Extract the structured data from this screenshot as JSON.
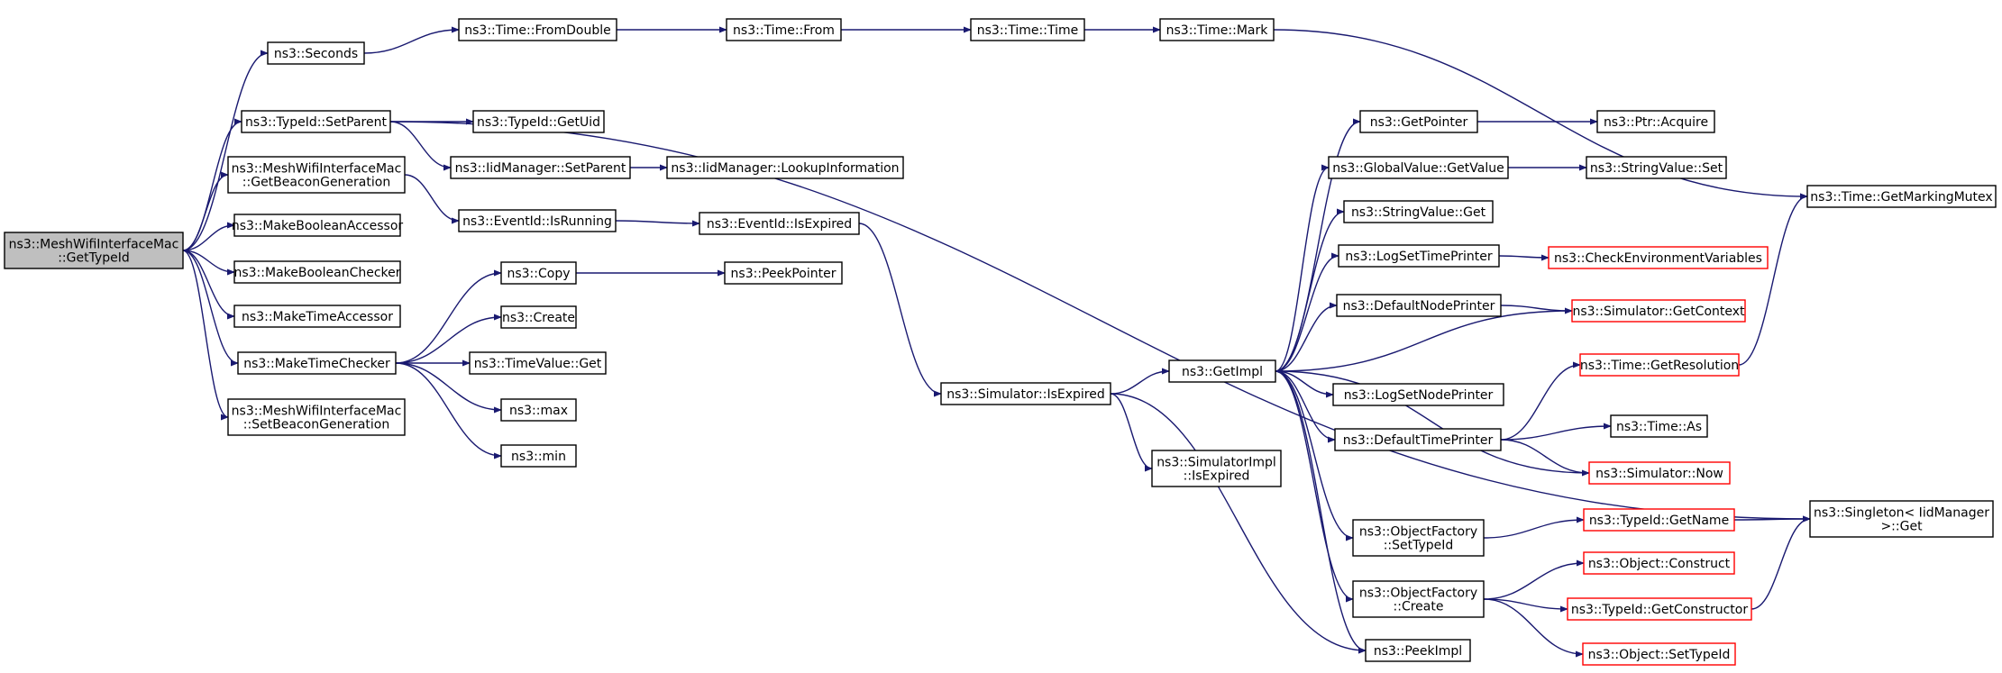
{
  "colors": {
    "edge": "#191970",
    "node_border": "#000000",
    "node_border_truncated": "#ff0000",
    "root_fill": "#bfbfbf",
    "background": "#ffffff"
  },
  "graph": {
    "nodes": [
      {
        "id": "root",
        "lines": [
          "ns3::MeshWifiInterfaceMac",
          "::GetTypeId"
        ],
        "style": "root"
      },
      {
        "id": "seconds",
        "lines": [
          "ns3::Seconds"
        ]
      },
      {
        "id": "fromdouble",
        "lines": [
          "ns3::Time::FromDouble"
        ]
      },
      {
        "id": "timefrom",
        "lines": [
          "ns3::Time::From"
        ]
      },
      {
        "id": "timetime",
        "lines": [
          "ns3::Time::Time"
        ]
      },
      {
        "id": "timemark",
        "lines": [
          "ns3::Time::Mark"
        ]
      },
      {
        "id": "setparent",
        "lines": [
          "ns3::TypeId::SetParent"
        ]
      },
      {
        "id": "getuid",
        "lines": [
          "ns3::TypeId::GetUid"
        ]
      },
      {
        "id": "iidsetparent",
        "lines": [
          "ns3::IidManager::SetParent"
        ]
      },
      {
        "id": "lookupinfo",
        "lines": [
          "ns3::IidManager::LookupInformation"
        ]
      },
      {
        "id": "getbeacongen",
        "lines": [
          "ns3::MeshWifiInterfaceMac",
          "::GetBeaconGeneration"
        ]
      },
      {
        "id": "eventisrunning",
        "lines": [
          "ns3::EventId::IsRunning"
        ]
      },
      {
        "id": "eventisexpired",
        "lines": [
          "ns3::EventId::IsExpired"
        ]
      },
      {
        "id": "mkboolaccessor",
        "lines": [
          "ns3::MakeBooleanAccessor"
        ]
      },
      {
        "id": "mkboolchecker",
        "lines": [
          "ns3::MakeBooleanChecker"
        ]
      },
      {
        "id": "copy",
        "lines": [
          "ns3::Copy"
        ]
      },
      {
        "id": "peekpointer",
        "lines": [
          "ns3::PeekPointer"
        ]
      },
      {
        "id": "mktimeaccessor",
        "lines": [
          "ns3::MakeTimeAccessor"
        ]
      },
      {
        "id": "create",
        "lines": [
          "ns3::Create"
        ]
      },
      {
        "id": "mktimechecker",
        "lines": [
          "ns3::MakeTimeChecker"
        ]
      },
      {
        "id": "timevalueget",
        "lines": [
          "ns3::TimeValue::Get"
        ]
      },
      {
        "id": "max",
        "lines": [
          "ns3::max"
        ]
      },
      {
        "id": "min",
        "lines": [
          "ns3::min"
        ]
      },
      {
        "id": "setbeacongen",
        "lines": [
          "ns3::MeshWifiInterfaceMac",
          "::SetBeaconGeneration"
        ]
      },
      {
        "id": "simisexpired",
        "lines": [
          "ns3::Simulator::IsExpired"
        ]
      },
      {
        "id": "simimplisexpired",
        "lines": [
          "ns3::SimulatorImpl",
          "::IsExpired"
        ]
      },
      {
        "id": "getimpl",
        "lines": [
          "ns3::GetImpl"
        ]
      },
      {
        "id": "getpointer",
        "lines": [
          "ns3::GetPointer"
        ]
      },
      {
        "id": "ptracquire",
        "lines": [
          "ns3::Ptr::Acquire"
        ]
      },
      {
        "id": "globalvalueget",
        "lines": [
          "ns3::GlobalValue::GetValue"
        ]
      },
      {
        "id": "stringvalueset",
        "lines": [
          "ns3::StringValue::Set"
        ]
      },
      {
        "id": "stringvalueget",
        "lines": [
          "ns3::StringValue::Get"
        ]
      },
      {
        "id": "logsettimeprinter",
        "lines": [
          "ns3::LogSetTimePrinter"
        ]
      },
      {
        "id": "checkenv",
        "lines": [
          "ns3::CheckEnvironmentVariables"
        ],
        "style": "truncated"
      },
      {
        "id": "defaultnodeprinter",
        "lines": [
          "ns3::DefaultNodePrinter"
        ]
      },
      {
        "id": "simgetcontext",
        "lines": [
          "ns3::Simulator::GetContext"
        ],
        "style": "truncated"
      },
      {
        "id": "timegetresolution",
        "lines": [
          "ns3::Time::GetResolution"
        ],
        "style": "truncated"
      },
      {
        "id": "logsetnodeprinter",
        "lines": [
          "ns3::LogSetNodePrinter"
        ]
      },
      {
        "id": "timeas",
        "lines": [
          "ns3::Time::As"
        ]
      },
      {
        "id": "defaulttimeprinter",
        "lines": [
          "ns3::DefaultTimePrinter"
        ]
      },
      {
        "id": "simnow",
        "lines": [
          "ns3::Simulator::Now"
        ],
        "style": "truncated"
      },
      {
        "id": "objfactsettypeid",
        "lines": [
          "ns3::ObjectFactory",
          "::SetTypeId"
        ]
      },
      {
        "id": "typeidgetname",
        "lines": [
          "ns3::TypeId::GetName"
        ],
        "style": "truncated"
      },
      {
        "id": "objconstruct",
        "lines": [
          "ns3::Object::Construct"
        ],
        "style": "truncated"
      },
      {
        "id": "objfactcreate",
        "lines": [
          "ns3::ObjectFactory",
          "::Create"
        ]
      },
      {
        "id": "getconstructor",
        "lines": [
          "ns3::TypeId::GetConstructor"
        ],
        "style": "truncated"
      },
      {
        "id": "peekimpl",
        "lines": [
          "ns3::PeekImpl"
        ]
      },
      {
        "id": "objsettypeid",
        "lines": [
          "ns3::Object::SetTypeId"
        ],
        "style": "truncated"
      },
      {
        "id": "getmarkingmutex",
        "lines": [
          "ns3::Time::GetMarkingMutex"
        ]
      },
      {
        "id": "singletonget",
        "lines": [
          "ns3::Singleton< IidManager",
          " >::Get"
        ]
      }
    ],
    "edges": [
      [
        "root",
        "seconds"
      ],
      [
        "root",
        "setparent"
      ],
      [
        "root",
        "getbeacongen"
      ],
      [
        "root",
        "mkboolaccessor"
      ],
      [
        "root",
        "mkboolchecker"
      ],
      [
        "root",
        "mktimeaccessor"
      ],
      [
        "root",
        "mktimechecker"
      ],
      [
        "root",
        "setbeacongen"
      ],
      [
        "seconds",
        "fromdouble"
      ],
      [
        "fromdouble",
        "timefrom"
      ],
      [
        "timefrom",
        "timetime"
      ],
      [
        "timetime",
        "timemark"
      ],
      [
        "timemark",
        "getmarkingmutex"
      ],
      [
        "setparent",
        "getuid"
      ],
      [
        "setparent",
        "iidsetparent"
      ],
      [
        "setparent",
        "singletonget"
      ],
      [
        "iidsetparent",
        "lookupinfo"
      ],
      [
        "getbeacongen",
        "eventisrunning"
      ],
      [
        "eventisrunning",
        "eventisexpired"
      ],
      [
        "eventisexpired",
        "simisexpired"
      ],
      [
        "mktimechecker",
        "copy"
      ],
      [
        "mktimechecker",
        "create"
      ],
      [
        "mktimechecker",
        "timevalueget"
      ],
      [
        "mktimechecker",
        "max"
      ],
      [
        "mktimechecker",
        "min"
      ],
      [
        "copy",
        "peekpointer"
      ],
      [
        "simisexpired",
        "getimpl"
      ],
      [
        "simisexpired",
        "simimplisexpired"
      ],
      [
        "simisexpired",
        "peekimpl"
      ],
      [
        "getimpl",
        "getpointer"
      ],
      [
        "getimpl",
        "globalvalueget"
      ],
      [
        "getimpl",
        "stringvalueget"
      ],
      [
        "getimpl",
        "logsettimeprinter"
      ],
      [
        "getimpl",
        "defaultnodeprinter"
      ],
      [
        "getimpl",
        "logsetnodeprinter"
      ],
      [
        "getimpl",
        "defaulttimeprinter"
      ],
      [
        "getimpl",
        "objfactsettypeid"
      ],
      [
        "getimpl",
        "objfactcreate"
      ],
      [
        "getimpl",
        "peekimpl"
      ],
      [
        "getpointer",
        "ptracquire"
      ],
      [
        "globalvalueget",
        "stringvalueset"
      ],
      [
        "logsettimeprinter",
        "checkenv"
      ],
      [
        "defaultnodeprinter",
        "simgetcontext"
      ],
      [
        "simgetcontext",
        "getimpl"
      ],
      [
        "simnow",
        "getimpl"
      ],
      [
        "defaulttimeprinter",
        "timegetresolution"
      ],
      [
        "defaulttimeprinter",
        "timeas"
      ],
      [
        "defaulttimeprinter",
        "simnow"
      ],
      [
        "timegetresolution",
        "getmarkingmutex"
      ],
      [
        "objfactsettypeid",
        "typeidgetname"
      ],
      [
        "typeidgetname",
        "singletonget"
      ],
      [
        "objfactcreate",
        "objconstruct"
      ],
      [
        "objfactcreate",
        "getconstructor"
      ],
      [
        "objfactcreate",
        "objsettypeid"
      ],
      [
        "getconstructor",
        "singletonget"
      ]
    ]
  }
}
